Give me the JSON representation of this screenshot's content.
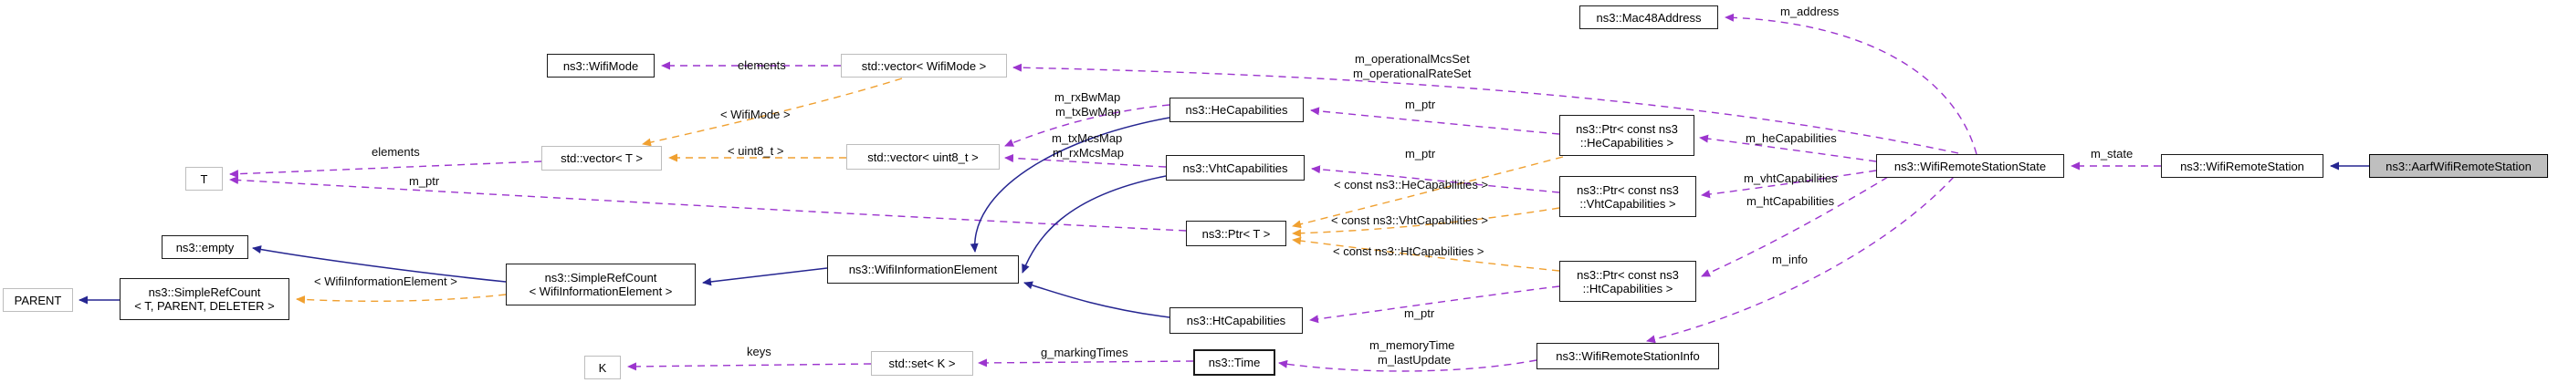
{
  "diagram_type": "doxygen-collaboration-graph",
  "colors": {
    "usage_edge": "#9c35ce",
    "template_edge": "#f0a030",
    "inheritance_edge": "#262691",
    "node_fill": "#ffffff",
    "highlight_node_fill": "#bfbfbf",
    "node_border": "#1a1a1a",
    "external_node_border": "#bdbdbd"
  },
  "nodes": {
    "mac48": {
      "label": "ns3::Mac48Address"
    },
    "wifimode": {
      "label": "ns3::WifiMode"
    },
    "vec_wifimode": {
      "label": "std::vector< WifiMode >"
    },
    "hecap": {
      "label": "ns3::HeCapabilities"
    },
    "vec_t": {
      "label": "std::vector< T >"
    },
    "vec_u8": {
      "label": "std::vector< uint8_t >"
    },
    "vhtcap": {
      "label": "ns3::VhtCapabilities"
    },
    "ptr_he": {
      "lines": [
        "ns3::Ptr< const ns3",
        "::HeCapabilities >"
      ]
    },
    "ptr_vht": {
      "lines": [
        "ns3::Ptr< const ns3",
        "::VhtCapabilities >"
      ]
    },
    "ptr_t": {
      "label": "ns3::Ptr< T >"
    },
    "ptr_ht": {
      "lines": [
        "ns3::Ptr< const ns3",
        "::HtCapabilities >"
      ]
    },
    "state": {
      "label": "ns3::WifiRemoteStationState"
    },
    "station": {
      "label": "ns3::WifiRemoteStation"
    },
    "aarf": {
      "label": "ns3::AarfWifiRemoteStation"
    },
    "t": {
      "label": "T"
    },
    "empty": {
      "label": "ns3::empty"
    },
    "src_wie": {
      "lines": [
        "ns3::SimpleRefCount",
        "< WifiInformationElement >"
      ]
    },
    "parent": {
      "label": "PARENT"
    },
    "src_tpd": {
      "lines": [
        "ns3::SimpleRefCount",
        "< T, PARENT, DELETER >"
      ]
    },
    "wie": {
      "label": "ns3::WifiInformationElement"
    },
    "htcap": {
      "label": "ns3::HtCapabilities"
    },
    "k": {
      "label": "K"
    },
    "set_k": {
      "label": "std::set< K >"
    },
    "time": {
      "label": "ns3::Time"
    },
    "info": {
      "label": "ns3::WifiRemoteStationInfo"
    }
  },
  "labels": {
    "m_address": "m_address",
    "elements_top": "elements",
    "m_operationalMcsSet": "m_operationalMcsSet",
    "m_operationalRateSet": "m_operationalRateSet",
    "wifimode_param": "< WifiMode >",
    "m_rxBwMap": "m_rxBwMap",
    "m_txBwMap": "m_txBwMap",
    "m_txMcsMap": "m_txMcsMap",
    "m_rxMcsMap": "m_rxMcsMap",
    "uint8_param": "< uint8_t >",
    "elements_left": "elements",
    "m_ptr_left": "m_ptr",
    "m_ptr_he": "m_ptr",
    "m_ptr_vht": "m_ptr",
    "m_ptr_ht": "m_ptr",
    "m_heCapabilities": "m_heCapabilities",
    "m_vhtCapabilities": "m_vhtCapabilities",
    "m_htCapabilities": "m_htCapabilities",
    "m_info": "m_info",
    "m_state": "m_state",
    "const_he_param": "< const ns3::HeCapabilities >",
    "const_vht_param": "< const ns3::VhtCapabilities >",
    "const_ht_param": "< const ns3::HtCapabilities >",
    "wie_param": "< WifiInformationElement >",
    "keys": "keys",
    "g_markingTimes": "g_markingTimes",
    "m_memoryTime": "m_memoryTime",
    "m_lastUpdate": "m_lastUpdate"
  }
}
